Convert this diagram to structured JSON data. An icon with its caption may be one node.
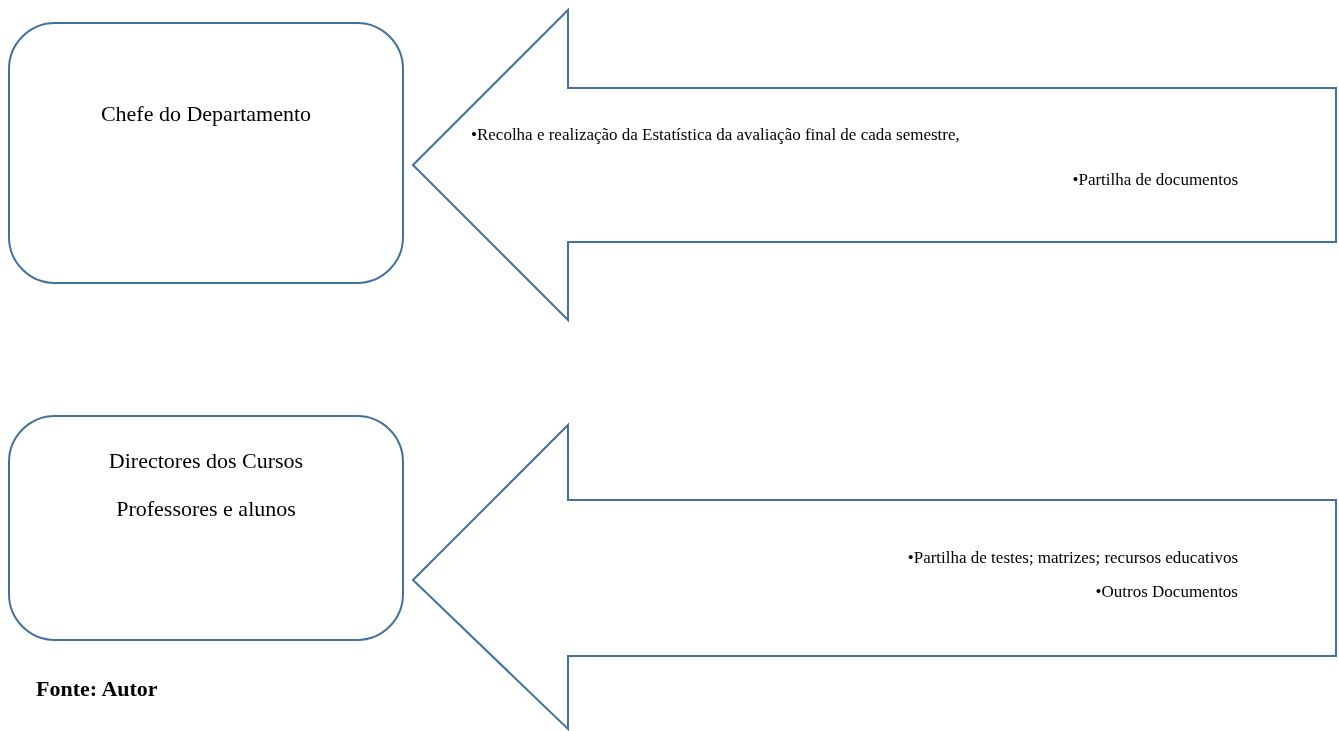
{
  "diagram": {
    "nodes": [
      {
        "text": [
          "Chefe do Departamento"
        ]
      },
      {
        "text": [
          "•Recolha e realização da Estatística da avaliação final de cada semestre,",
          "•Partilha de documentos"
        ]
      },
      {
        "text": [
          "Directores dos Cursos",
          "Professores e alunos"
        ]
      },
      {
        "text": [
          "•Partilha de testes; matrizes; recursos educativos",
          "•Outros Documentos"
        ]
      }
    ],
    "labels": [
      "Fonte: Autor"
    ]
  }
}
